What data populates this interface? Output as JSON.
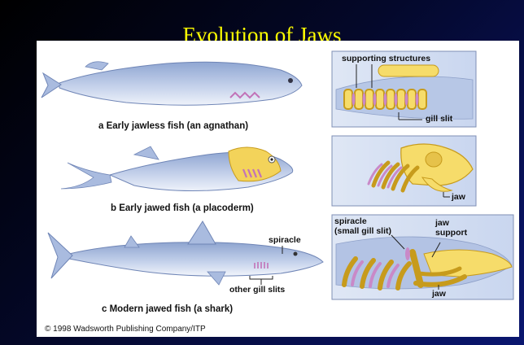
{
  "slide": {
    "title": "Evolution of Jaws"
  },
  "figure": {
    "panels": [
      {
        "caption": "a  Early jawless fish (an agnathan)",
        "labels": {
          "supporting": "supporting structures",
          "gill_slit": "gill slit"
        }
      },
      {
        "caption": "b  Early jawed fish (a placoderm)",
        "labels": {
          "jaw": "jaw"
        }
      },
      {
        "caption": "c  Modern jawed fish (a shark)",
        "labels": {
          "spiracle": "spiracle",
          "other_gill_slits": "other gill slits",
          "spiracle_small_line1": "spiracle",
          "spiracle_small_line2": "(small gill slit)",
          "jaw_support_line1": "jaw",
          "jaw_support_line2": "support",
          "jaw": "jaw"
        }
      }
    ],
    "copyright": "© 1998 Wadsworth Publishing Company/ITP"
  },
  "colors": {
    "background": "#04082a",
    "title": "#ffff00",
    "fish_body": "#b9c8e6",
    "fish_belly": "#e8eef8",
    "bone": "#f3d35a",
    "gill": "#c989c8",
    "panel_bg": "#d4e0f2"
  }
}
